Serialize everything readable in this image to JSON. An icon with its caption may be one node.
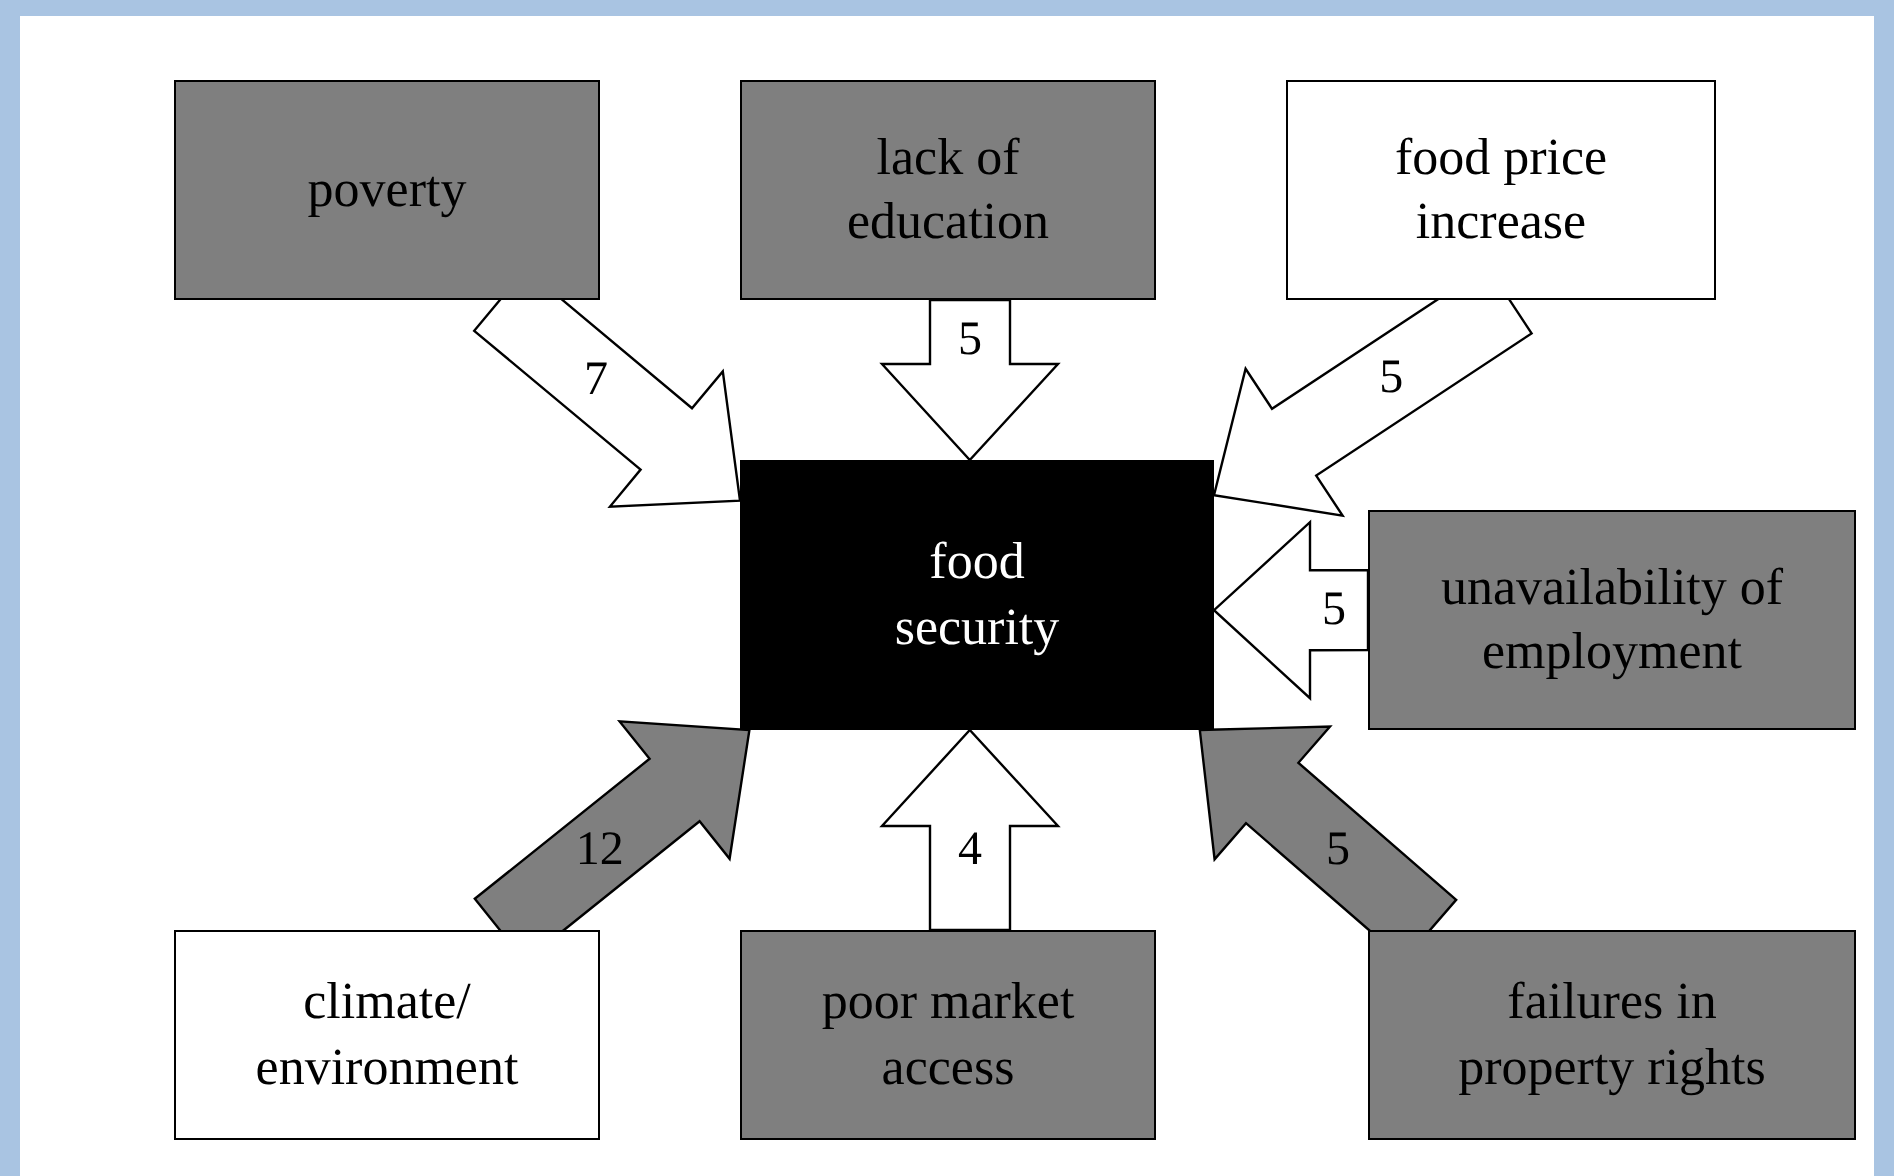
{
  "diagram": {
    "nodes": [
      {
        "text": [
          "poverty"
        ]
      },
      {
        "text": [
          "lack of education"
        ]
      },
      {
        "text": [
          "food price increase"
        ]
      },
      {
        "text": [
          "food security"
        ]
      },
      {
        "text": [
          "unavailability of employment"
        ]
      },
      {
        "text": [
          "climate/ environment"
        ]
      },
      {
        "text": [
          "poor market access"
        ]
      },
      {
        "text": [
          "failures in property rights"
        ]
      }
    ],
    "edges": [
      {
        "from": 0,
        "to": 3,
        "arrow": "to",
        "label": "7"
      },
      {
        "from": 1,
        "to": 3,
        "arrow": "to",
        "label": "5"
      },
      {
        "from": 2,
        "to": 3,
        "arrow": "to",
        "label": "5"
      },
      {
        "from": 4,
        "to": 3,
        "arrow": "to",
        "label": "5"
      },
      {
        "from": 5,
        "to": 3,
        "arrow": "to",
        "label": "12",
        "color": "#7f7f7f"
      },
      {
        "from": 6,
        "to": 3,
        "arrow": "to",
        "label": "4"
      },
      {
        "from": 7,
        "to": 3,
        "arrow": "to",
        "label": "5",
        "color": "#7f7f7f"
      }
    ]
  }
}
